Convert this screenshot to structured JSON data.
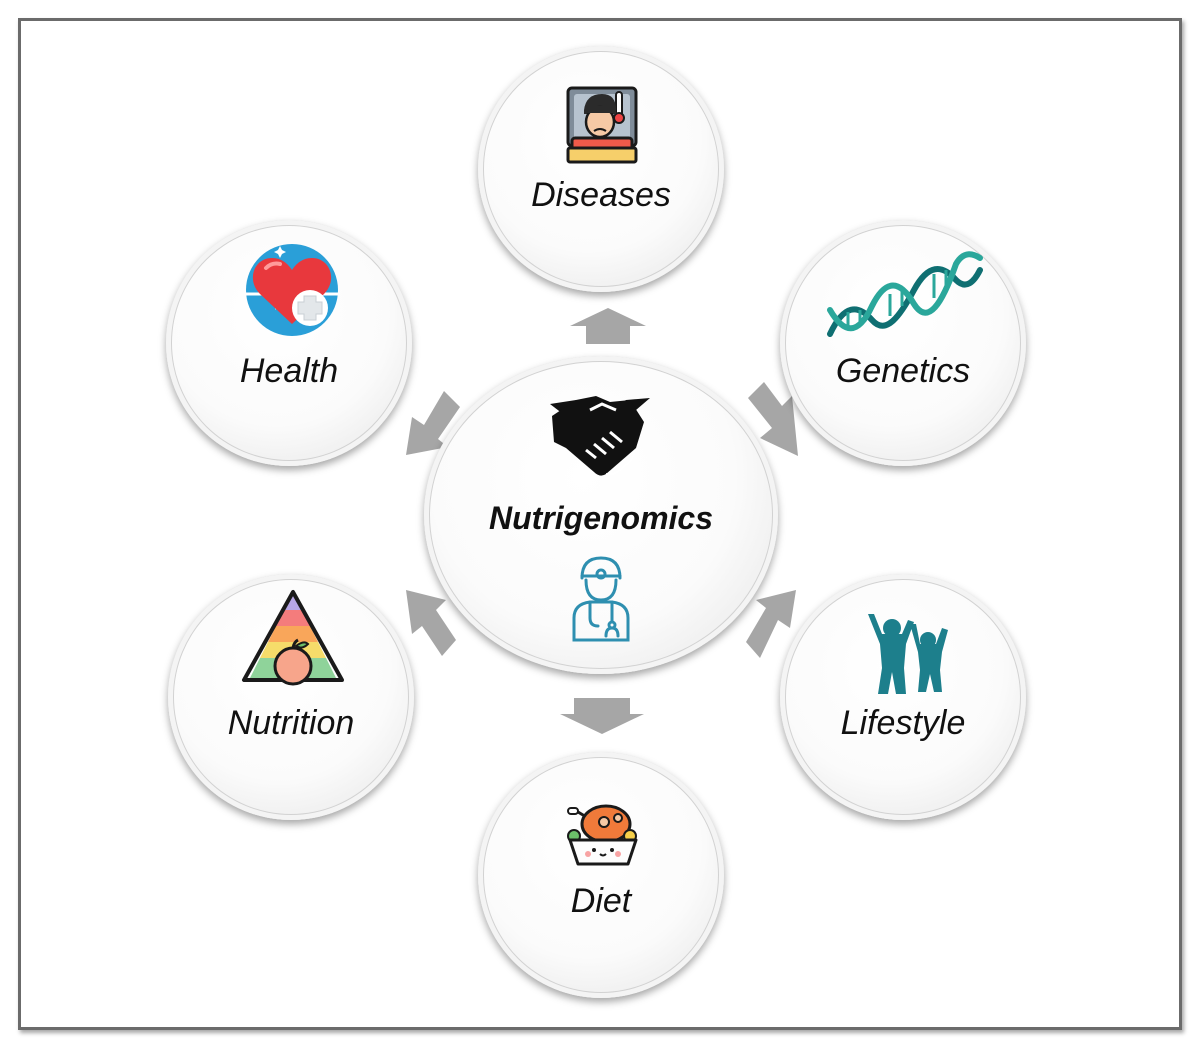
{
  "center": {
    "label": "Nutrigenomics",
    "icons": [
      "handshake-icon",
      "doctor-icon"
    ]
  },
  "nodes": {
    "diseases": {
      "label": "Diseases",
      "icon": "sick-patient-icon"
    },
    "genetics": {
      "label": "Genetics",
      "icon": "dna-icon"
    },
    "lifestyle": {
      "label": "Lifestyle",
      "icon": "people-active-icon"
    },
    "diet": {
      "label": "Diet",
      "icon": "food-bowl-icon"
    },
    "nutrition": {
      "label": "Nutrition",
      "icon": "food-pyramid-icon"
    },
    "health": {
      "label": "Health",
      "icon": "heart-health-icon"
    }
  },
  "colors": {
    "arrow": "#a6a6a6",
    "teal": "#1d7f8c",
    "doctor": "#2e8fb0",
    "heart": "#e8383d",
    "heart_bg": "#2a9fd8"
  }
}
